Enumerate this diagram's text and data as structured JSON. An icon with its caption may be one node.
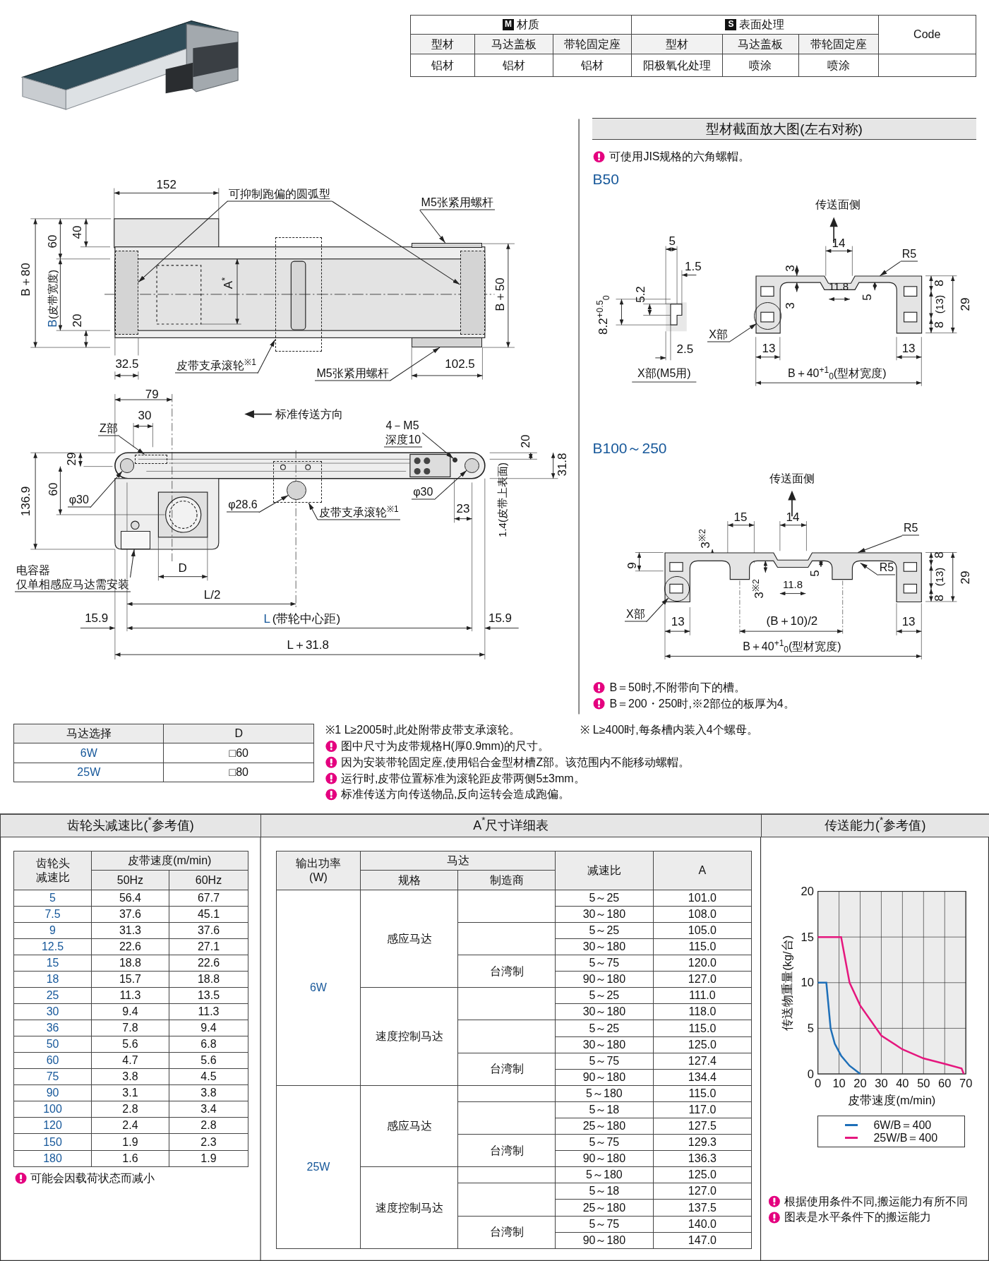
{
  "diagram": {
    "nodes": [
      {
        "text": [
          "可抑制跑偏的圆弧型"
        ]
      },
      {
        "text": [
          "M5张紧用螺杆"
        ]
      },
      {
        "text": [
          "皮带支承滚轮$^{※1}$"
        ]
      },
      {
        "text": [
          "M5张紧用螺杆"
        ]
      },
      {
        "text": [
          "Z部"
        ]
      },
      {
        "text": [
          "4－M5",
          "深度10"
        ]
      },
      {
        "text": [
          "φ30"
        ]
      },
      {
        "text": [
          "φ28.6"
        ]
      },
      {
        "text": [
          "皮带支承滚轮$^{※1}$"
        ]
      },
      {
        "text": [
          "φ30"
        ]
      },
      {
        "text": [
          "电容器",
          "仅单相感应马达需安装"
        ]
      },
      {
        "text": [
          "R5"
        ]
      },
      {
        "text": [
          "X部"
        ]
      },
      {
        "text": [
          "R5"
        ]
      },
      {
        "text": [
          "R5"
        ]
      },
      {
        "text": [
          "X部"
        ]
      },
      {
        "text": [],
        "shape": "box"
      },
      {
        "text": [],
        "shape": "box"
      },
      {
        "text": [],
        "shape": "box"
      },
      {
        "text": [],
        "shape": "box"
      },
      {
        "text": [],
        "shape": "box"
      },
      {
        "text": [],
        "shape": "box"
      },
      {
        "text": [],
        "shape": "circle"
      },
      {
        "text": [],
        "shape": "circle"
      },
      {
        "text": [],
        "shape": "circle",
        "in": 25
      },
      {
        "text": [],
        "shape": "box"
      },
      {
        "text": [],
        "shape": "circle"
      },
      {
        "text": [],
        "shape": "box"
      },
      {
        "text": [],
        "shape": "picture"
      },
      {
        "text": [],
        "shape": "circle",
        "in": 28
      },
      {
        "text": [],
        "shape": "picture"
      },
      {
        "text": [],
        "shape": "circle",
        "in": 30
      }
    ],
    "edges": [
      {
        "from": 0,
        "to": 16,
        "arrow": "to"
      },
      {
        "from": 0,
        "to": 17,
        "arrow": "to"
      },
      {
        "from": 1,
        "to": 18,
        "arrow": "to"
      },
      {
        "from": 2,
        "to": 19,
        "arrow": "to"
      },
      {
        "from": 3,
        "to": 20,
        "arrow": "to"
      },
      {
        "from": 4,
        "to": 21,
        "arrow": "to"
      },
      {
        "from": 5,
        "to": 23,
        "arrow": "to"
      },
      {
        "from": 6,
        "to": 22,
        "arrow": "to"
      },
      {
        "from": 7,
        "to": 24,
        "arrow": "to"
      },
      {
        "from": 8,
        "to": 25,
        "arrow": "to"
      },
      {
        "from": 9,
        "to": 26,
        "arrow": "to"
      },
      {
        "from": 10,
        "to": 27,
        "arrow": "to"
      },
      {
        "from": 11,
        "to": 28,
        "arrow": "to"
      },
      {
        "from": 12,
        "to": 29,
        "arrow": "to"
      },
      {
        "from": 13,
        "to": 30,
        "arrow": "to"
      },
      {
        "from": 14,
        "to": 30,
        "arrow": "to"
      },
      {
        "from": 15,
        "to": 31,
        "arrow": "to"
      }
    ],
    "labels": [
      "M",
      "材质",
      "S",
      "表面处理",
      "Code",
      "型材",
      "马达盖板",
      "带轮固定座",
      "型材",
      "马达盖板",
      "带轮固定座",
      "铝材",
      "铝材",
      "铝材",
      "阳极氧化处理",
      "喷涂",
      "喷涂",
      "152",
      "40",
      "60",
      "B＋80",
      "B",
      "(皮带宽度)",
      "20",
      "A$^{*}$",
      "B＋50",
      "32.5",
      "102.5",
      "79",
      "30",
      "标准传送方向",
      "20",
      "31.8",
      "29",
      "60",
      "136.9",
      "23",
      "1.4(皮带上表面)",
      "D",
      "L/2",
      "15.9",
      "L",
      "(带轮中心距)",
      "15.9",
      "L＋31.8",
      "型材截面放大图(左右对称)",
      "可使用JIS规格的六角螺帽。",
      "B50",
      "传送面侧",
      "5",
      "1.5",
      "5.2",
      "8.2$^{+0.5}$$_{0}$",
      "2.5",
      "X部(M5用)",
      "14",
      "3",
      "3",
      "5",
      "11.8",
      "8",
      "(13)",
      "8",
      "29",
      "13",
      "13",
      "B＋40$^{+1}$$_{0}$(型材宽度)",
      "B100～250",
      "传送面侧",
      "15",
      "14",
      "3$^{※2}$",
      "9",
      "3$^{※2}$",
      "5",
      "11.8",
      "8",
      "(13)",
      "8",
      "29",
      "13",
      "(B＋10)/2",
      "13",
      "B＋40$^{+1}$$_{0}$(型材宽度)",
      "B＝50时,不附带向下的槽。",
      "B＝200・250时,※2部位的板厚为4。",
      "马达选择",
      "D",
      "6W",
      "□60",
      "25W",
      "□80",
      "※1 L≥2005时,此处附带皮带支承滚轮。",
      "※ L≥400时,每条槽内装入4个螺母。",
      "图中尺寸为皮带规格H(厚0.9mm)的尺寸。",
      "因为安装带轮固定座,使用铝合金型材槽Z部。该范围内不能移动螺帽。",
      "运行时,皮带位置标准为滚轮距皮带两侧5±3mm。",
      "标准传送方向传送物品,反向运转会造成跑偏。",
      "齿轮头减速比($^{*}$参考值)",
      "A$^{*}$尺寸详细表",
      "传送能力($^{*}$参考值)",
      "齿轮头减速比",
      "皮带速度(m/min)",
      "50Hz",
      "60Hz",
      "5",
      "56.4",
      "67.7",
      "7.5",
      "37.6",
      "45.1",
      "9",
      "31.3",
      "37.6",
      "12.5",
      "22.6",
      "27.1",
      "15",
      "18.8",
      "22.6",
      "18",
      "15.7",
      "18.8",
      "25",
      "11.3",
      "13.5",
      "30",
      "9.4",
      "11.3",
      "36",
      "7.8",
      "9.4",
      "50",
      "5.6",
      "6.8",
      "60",
      "4.7",
      "5.6",
      "75",
      "3.8",
      "4.5",
      "90",
      "3.1",
      "3.8",
      "100",
      "2.8",
      "3.4",
      "120",
      "2.4",
      "2.8",
      "150",
      "1.9",
      "2.3",
      "180",
      "1.6",
      "1.9",
      "可能会因载荷状态而减小",
      "输出功率(W)",
      "马达",
      "规格",
      "制造商",
      "减速比",
      "A",
      "6W",
      "感应马达",
      "5～25",
      "101.0",
      "30～180",
      "108.0",
      "5～25",
      "105.0",
      "30～180",
      "115.0",
      "台湾制",
      "5～75",
      "120.0",
      "90～180",
      "127.0",
      "速度控制马达",
      "5～25",
      "111.0",
      "30～180",
      "118.0",
      "5～25",
      "115.0",
      "30～180",
      "125.0",
      "台湾制",
      "5～75",
      "127.4",
      "90～180",
      "134.4",
      "25W",
      "感应马达",
      "5～180",
      "115.0",
      "5～18",
      "117.0",
      "25～180",
      "127.5",
      "台湾制",
      "5～75",
      "129.3",
      "90～180",
      "136.3",
      "速度控制马达",
      "5～180",
      "125.0",
      "5～18",
      "127.0",
      "25～180",
      "137.5",
      "台湾制",
      "5～75",
      "140.0",
      "90～180",
      "147.0",
      "根据使用条件不同,搬运能力有所不同",
      "图表是水平条件下的搬运能力"
    ],
    "legend": [
      {
        "text": "6W/B＝400"
      },
      {
        "text": "25W/B＝400"
      }
    ],
    "chart_data": {
      "type": "line",
      "xlabel": "皮带速度(m/min)",
      "ylabel": "传送物重量(kg/台)",
      "x": [
        0,
        4,
        6,
        8,
        11,
        15,
        20,
        30,
        40,
        50,
        60,
        68,
        69
      ],
      "series": [
        {
          "color": "#1e6fb8",
          "values": [
            10,
            10,
            5,
            3.3,
            2,
            0.9,
            0,
            null,
            null,
            null,
            null,
            null,
            null
          ]
        },
        {
          "color": "#e5177e",
          "values": [
            15,
            15,
            15,
            15,
            15,
            10,
            7.5,
            4.2,
            2.7,
            1.7,
            1.1,
            0.6,
            0
          ]
        }
      ],
      "grid": true,
      "xlim": [
        0,
        70
      ],
      "ylim": [
        0,
        20
      ],
      "xticks": [
        0,
        10,
        20,
        30,
        40,
        50,
        60,
        70
      ],
      "yticks": [
        0,
        5,
        10,
        15,
        20
      ]
    }
  }
}
